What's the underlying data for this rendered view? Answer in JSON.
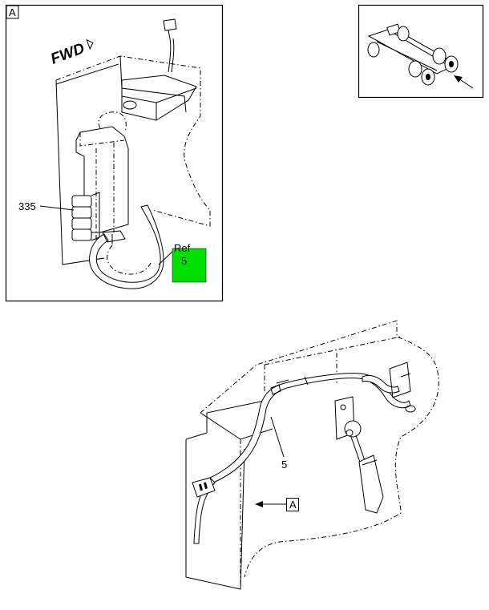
{
  "detail_view": {
    "view_letter": "A",
    "direction_text": "FWD",
    "callouts": {
      "item_335": "335",
      "ref_label": "Ref",
      "ref_item": "5"
    },
    "highlight_color": "#00e000"
  },
  "main_view": {
    "callout_item": "5",
    "view_pointer_letter": "A"
  }
}
